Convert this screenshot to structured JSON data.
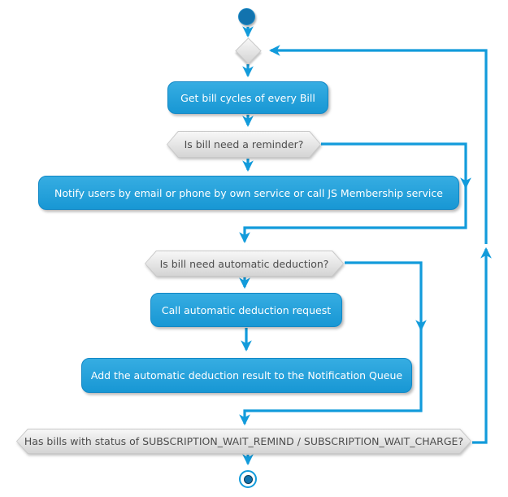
{
  "diagram": {
    "type": "uml-activity-diagram",
    "nodes": {
      "get_bill_cycles": {
        "label": "Get bill cycles of every Bill"
      },
      "is_bill_need_reminder": {
        "label": "Is bill need a reminder?"
      },
      "notify_users": {
        "label": "Notify users by email or phone by own service or call JS Membership service"
      },
      "is_bill_need_automatic_deduction": {
        "label": "Is bill need automatic deduction?"
      },
      "call_automatic_deduction": {
        "label": "Call automatic deduction request"
      },
      "add_deduction_result": {
        "label": "Add the automatic deduction result to the Notification Queue"
      },
      "has_bills_with_status": {
        "label": "Has bills with status of SUBSCRIPTION_WAIT_REMIND / SUBSCRIPTION_WAIT_CHARGE?"
      }
    },
    "colors": {
      "edge": "#129BDB",
      "activity_top": "#36ADE2",
      "activity_bottom": "#1897D4",
      "activity_border": "#1187C5",
      "activity_text": "#FFFFFF",
      "decision_top": "#F7F7F7",
      "decision_bottom": "#D4D4D4",
      "decision_border": "#C8C8C8",
      "decision_text": "#4D4D4D",
      "start_fill": "#1273AE",
      "start_border": "#1D88C4",
      "end_inner_border": "#0B3A57",
      "background": "#FFFFFF"
    }
  }
}
